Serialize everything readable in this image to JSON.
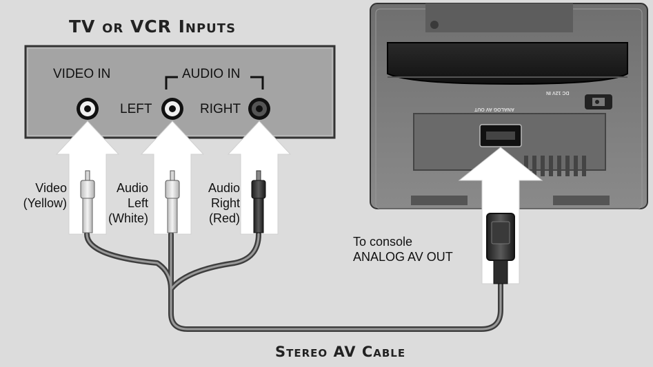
{
  "header": {
    "title": "TV or VCR Inputs"
  },
  "panel": {
    "video_in_label": "VIDEO IN",
    "audio_in_label": "AUDIO IN",
    "left_label": "LEFT",
    "right_label": "RIGHT"
  },
  "plugs": {
    "video": {
      "line1": "Video",
      "line2": "(Yellow)"
    },
    "audio_left": {
      "line1": "Audio",
      "line2": "Left",
      "line3": "(White)"
    },
    "audio_right": {
      "line1": "Audio",
      "line2": "Right",
      "line3": "(Red)"
    }
  },
  "console": {
    "note_line1": "To console",
    "note_line2": "ANALOG AV OUT",
    "port_label": "ANALOG AV OUT",
    "dc_label": "DC 12V IN"
  },
  "footer": {
    "cable_title": "Stereo AV Cable"
  },
  "colors": {
    "background": "#dcdcdc",
    "panel": "#a8a8a8",
    "arrow": "#ffffff",
    "cable": "#5a5a5a",
    "console_body": "#7d7d7d",
    "red_plug": "#333333"
  }
}
